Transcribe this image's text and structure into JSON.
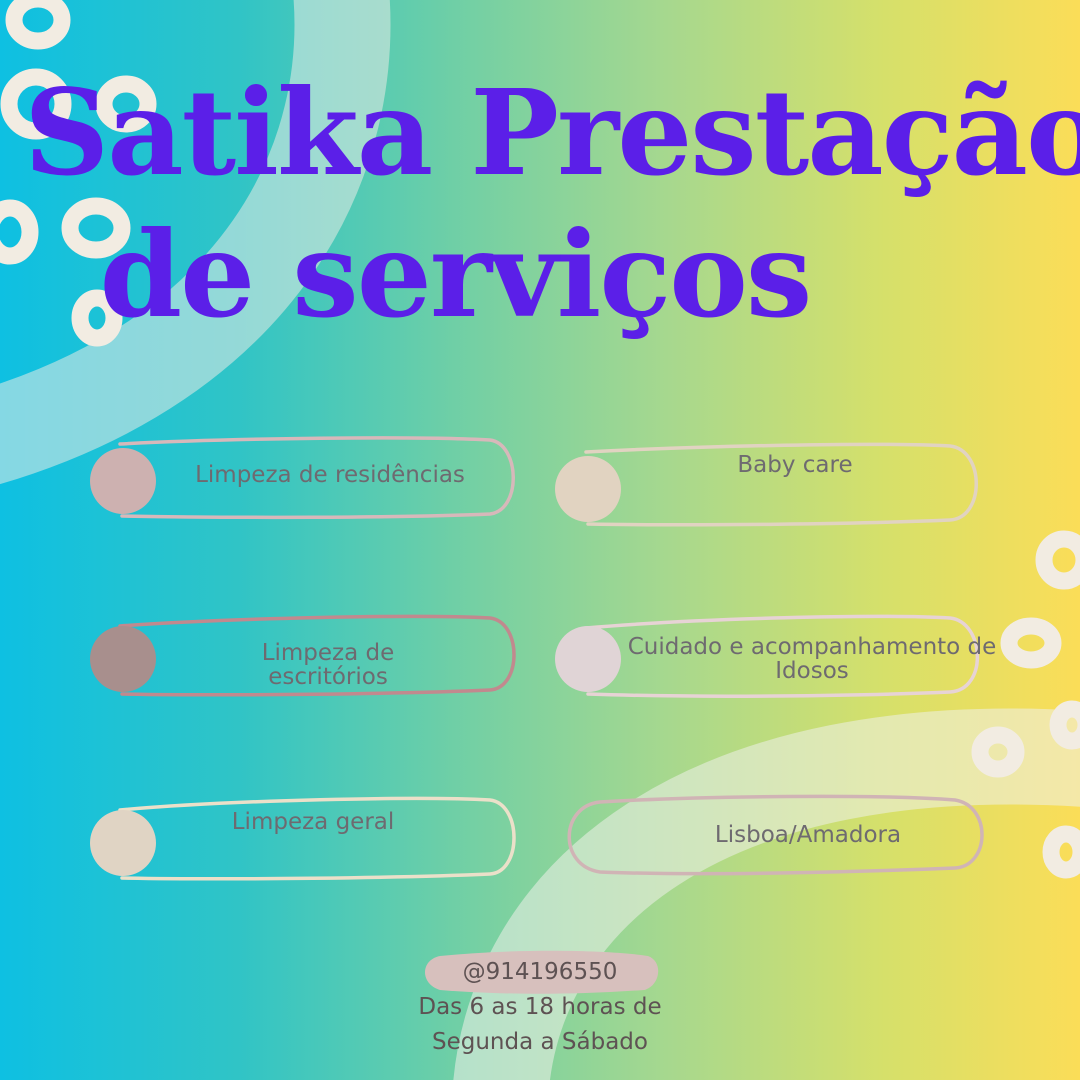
{
  "title": {
    "line1": "Satika Prestação",
    "line2": "de serviços"
  },
  "services": [
    {
      "label": "Limpeza de residências"
    },
    {
      "label": "Baby care"
    },
    {
      "label": "Limpeza de escritórios"
    },
    {
      "label": "Cuidado e acompanhamento de Idosos"
    },
    {
      "label": "Limpeza geral"
    },
    {
      "label": "Lisboa/Amadora"
    }
  ],
  "contact": {
    "phone": "@914196550",
    "hours": "Das 6 as 18 horas de",
    "days": "Segunda a Sábado"
  },
  "colors": {
    "title": "#5b1fe8",
    "text": "#6e6a70",
    "gradient_left": "#0ec0e2",
    "gradient_right": "#fbdd58",
    "ring": "#f2ece2",
    "phone_highlight": "#d7c0bd"
  }
}
